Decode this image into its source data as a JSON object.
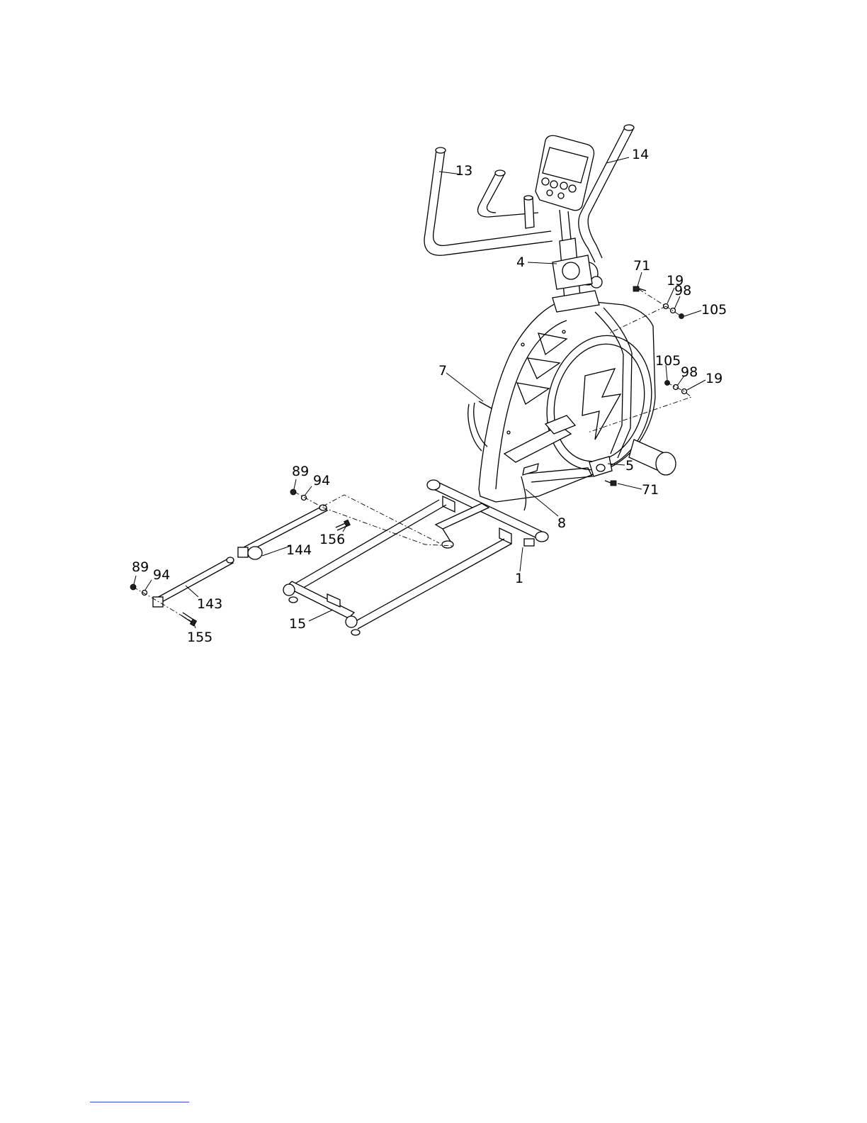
{
  "labels": {
    "p13": "13",
    "p14": "14",
    "p4": "4",
    "p71a": "71",
    "p19a": "19",
    "p98a": "98",
    "p105a": "105",
    "p7": "7",
    "p105b": "105",
    "p98b": "98",
    "p19b": "19",
    "p5": "5",
    "p71b": "71",
    "p89a": "89",
    "p94a": "94",
    "p156": "156",
    "p144": "144",
    "p8": "8",
    "p1": "1",
    "p89b": "89",
    "p94b": "94",
    "p143": "143",
    "p15": "15",
    "p155": "155"
  },
  "colors": {
    "line": "#000000",
    "background": "#ffffff",
    "footer_link": "#2b4bd6"
  }
}
